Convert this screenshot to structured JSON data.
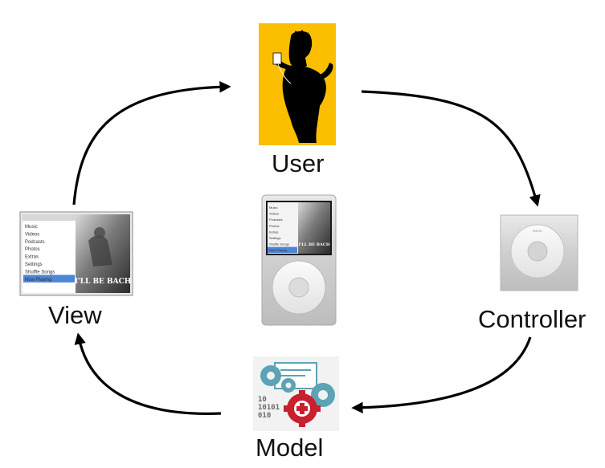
{
  "nodes": {
    "user": {
      "label": "User",
      "icon": "simpson-silhouette-icon",
      "background": "#fbbf00"
    },
    "controller": {
      "label": "Controller",
      "icon": "click-wheel-icon"
    },
    "model": {
      "label": "Model",
      "icon": "gears-icon",
      "accent": "#c8202f",
      "gear_color": "#5ba3b5"
    },
    "view": {
      "label": "View",
      "icon": "ipod-screen-icon"
    },
    "center": {
      "icon": "ipod-classic-icon"
    }
  },
  "ipod_menu": {
    "items": [
      "Music",
      "Videos",
      "Podcasts",
      "Photos",
      "Extras",
      "Settings",
      "Shuffle Songs",
      "Now Playing"
    ],
    "selected": "Now Playing"
  },
  "album": {
    "caption": "I'LL BE BACH"
  },
  "arrows": [
    {
      "from": "user",
      "to": "controller"
    },
    {
      "from": "controller",
      "to": "model"
    },
    {
      "from": "model",
      "to": "view"
    },
    {
      "from": "view",
      "to": "user"
    }
  ]
}
